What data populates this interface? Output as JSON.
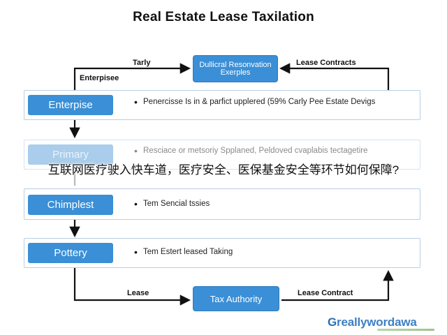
{
  "title": "Real Estate Lease Taxilation",
  "top_node": {
    "label": "Dullicral Resonvation Exerples"
  },
  "bottom_node": {
    "label": "Tax Authority"
  },
  "edge_labels": {
    "tarly": "Tarly",
    "enterpisee": "Enterpisee",
    "lease_contracts_top": "Lease Contracts",
    "lease_bottom": "Lease",
    "lease_contract_bottom": "Lease Contract"
  },
  "rows": [
    {
      "label": "Enterpise",
      "bullet": "•",
      "text": "Penercisse Is in & parfict upplered (59% Carly Pee Estate Devigs",
      "faded": false
    },
    {
      "label": "Primary",
      "bullet": "•",
      "text": "Resciace or metsoriy Spplaned, Peldoved cvaplabis tectagetire",
      "faded": true
    },
    {
      "label": "Chimplest",
      "bullet": "•",
      "text": "Tem Sencial tssies",
      "faded": false
    },
    {
      "label": "Pottery",
      "bullet": "•",
      "text": "Tem Estert leased Taking",
      "faded": false
    }
  ],
  "overlay_caption": "互联网医疗驶入快车道，医疗安全、医保基金安全等环节如何保障?",
  "logo": {
    "prefix": "G",
    "mid": "reallywordawa",
    "tail": ""
  },
  "colors": {
    "accent": "#3a8fd6",
    "row_border": "#b9cfe4",
    "text": "#1f1f1f"
  }
}
